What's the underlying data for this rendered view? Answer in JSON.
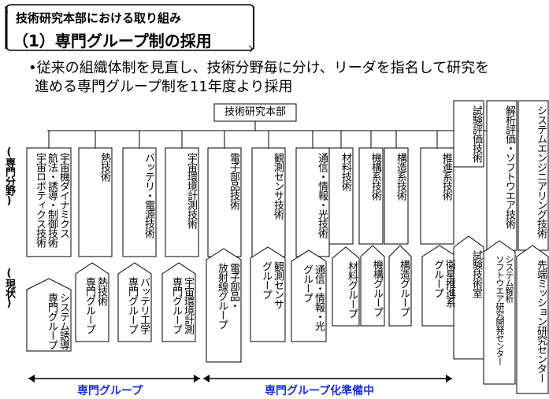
{
  "title": {
    "line1": "技術研究本部における取り組み",
    "line2": "（1）専門グループ制の採用"
  },
  "bullet": {
    "line1": "•従来の組織体制を見直し、技術分野毎に分け、リーダを指名して研究を",
    "line2": "進める専門グループ制を11年度より採用"
  },
  "root": "技術研究本部",
  "row_labels": {
    "upper": "(専門分野)",
    "lower": "(現状)"
  },
  "fields": [
    "宇宙機ダイナミクス\n航法・誘導・制御技術\n宇宙ロボティクス技術",
    "熱技術",
    "バッテリ・電源技術",
    "宇宙環境計測技術",
    "電子部品技術",
    "観測センサ技術",
    "通信・情報・光技術",
    "材料技術",
    "機構系技術",
    "構造系技術",
    "推進系技術",
    "試験評価技術",
    "解析評価・ソフトウエア技術",
    "システムエンジニアリング技術"
  ],
  "groups": [
    "システム誘導\n専門グループ",
    "熱技術\n専門グループ",
    "バッテリ工学\n専門グループ",
    "宇宙環境計測\n専門グループ",
    "電子部品・\n放射線グループ",
    "観測センサ\nグループ",
    "通信・情報・光\nグループ",
    "材料グループ",
    "機構グループ",
    "構造グループ",
    "衛星推進系\nグループ",
    "試験技術室",
    "システム解析\nソフトウエア研究開発センター",
    "先端ミッション研究センター"
  ],
  "legend": {
    "left": "専門グループ",
    "right": "専門グループ化準備中"
  },
  "colors": {
    "scroll_fill": "#ffffff",
    "legend_text": "#1a2fd8",
    "arrow": "#000000"
  }
}
